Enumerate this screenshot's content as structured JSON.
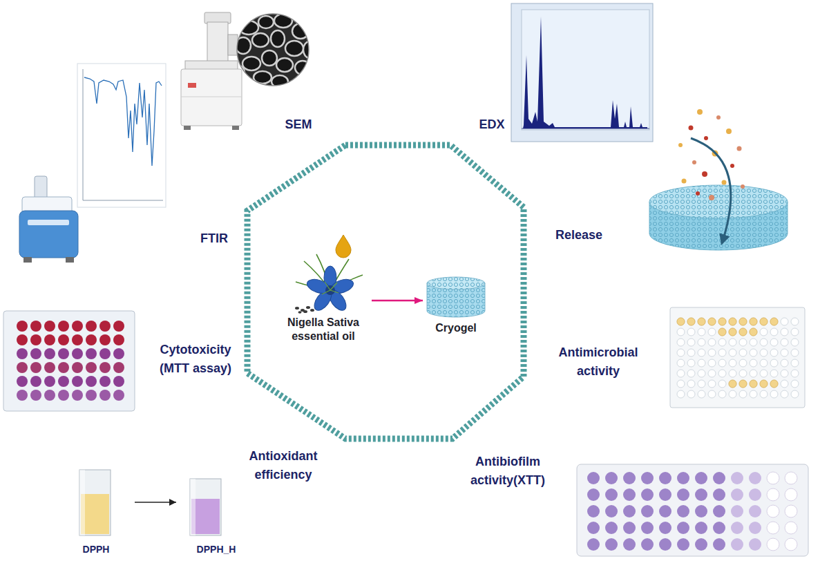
{
  "diagram": {
    "nodes": [
      {
        "text": [
          "Nigella Sativa essential oil"
        ]
      },
      {
        "text": [
          "Cryogel"
        ]
      }
    ],
    "edges": [
      {
        "from": 0,
        "to": 1,
        "arrow": "to"
      }
    ],
    "labels": [
      "SEM",
      "EDX",
      "FTIR",
      "Release",
      "Cytotoxicity (MTT assay)",
      "Antimicrobial activity",
      "Antioxidant efficiency",
      "Antibiofilm activity(XTT)",
      "DPPH",
      "DPPH_H"
    ]
  }
}
